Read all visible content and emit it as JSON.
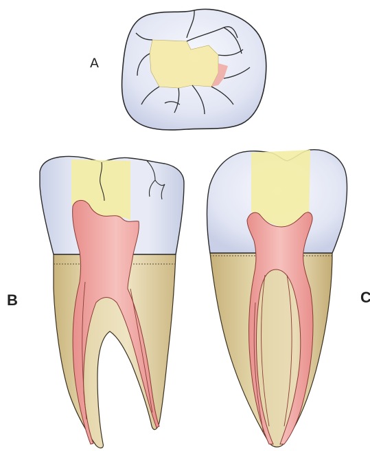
{
  "labels": {
    "a": "A",
    "b": "B",
    "c": "C"
  },
  "colors": {
    "enamel": "#dfe4f2",
    "enamel_outline": "#2a2a2a",
    "preparation": "#f2eda8",
    "pulp": "#f0a6a2",
    "pulp_pink": "#e9a7a8",
    "root": "#d9c898",
    "root_dark": "#b8a36c",
    "canal": "#ee9f96",
    "background": "#ffffff"
  }
}
